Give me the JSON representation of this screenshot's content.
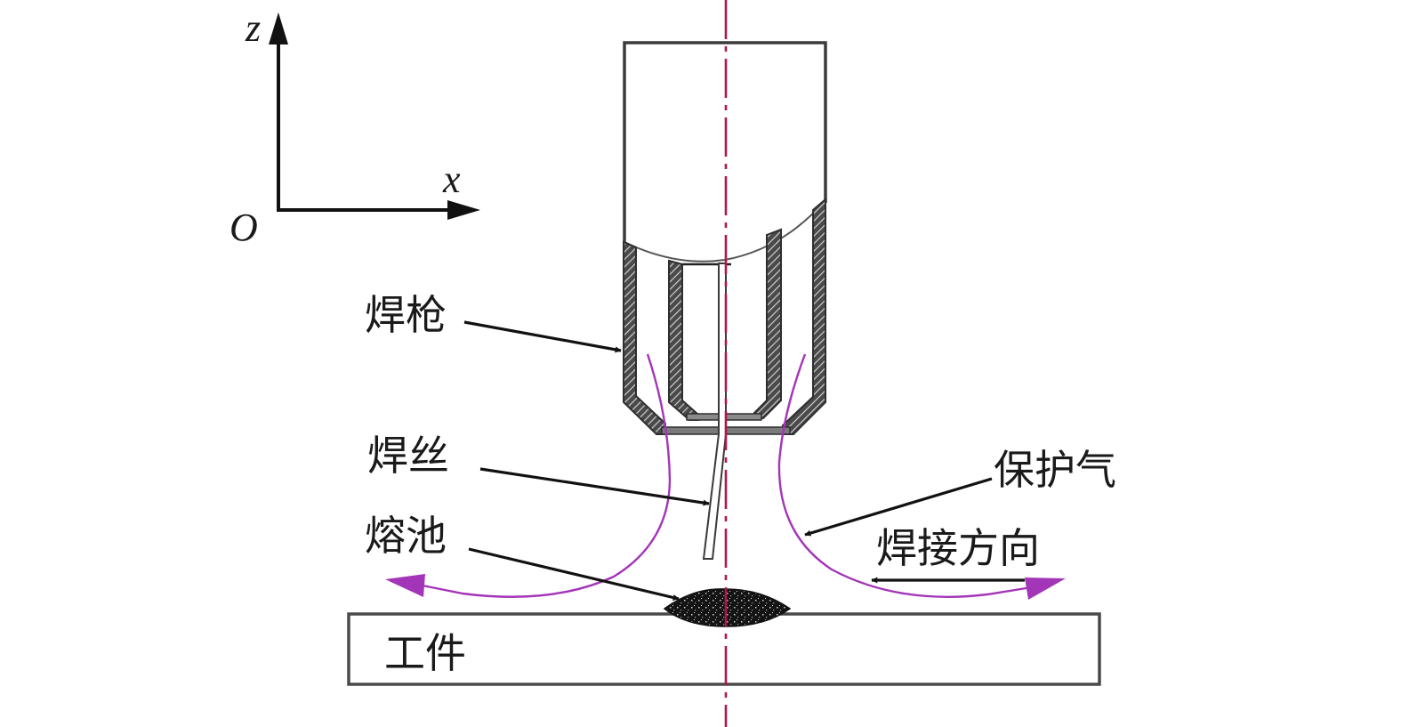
{
  "figure": {
    "title": "焊接示意图"
  },
  "axes": {
    "origin_label": "O",
    "x_label": "x",
    "z_label": "z"
  },
  "labels": {
    "torch": "焊枪",
    "wire": "焊丝",
    "pool": "熔池",
    "shield_gas": "保护气",
    "weld_direction": "焊接方向",
    "workpiece": "工件"
  },
  "colors": {
    "centerline": "#b0174a",
    "gas_flow": "#a335b8",
    "outline": "#3b3b3b",
    "text": "#1a1a1a"
  }
}
